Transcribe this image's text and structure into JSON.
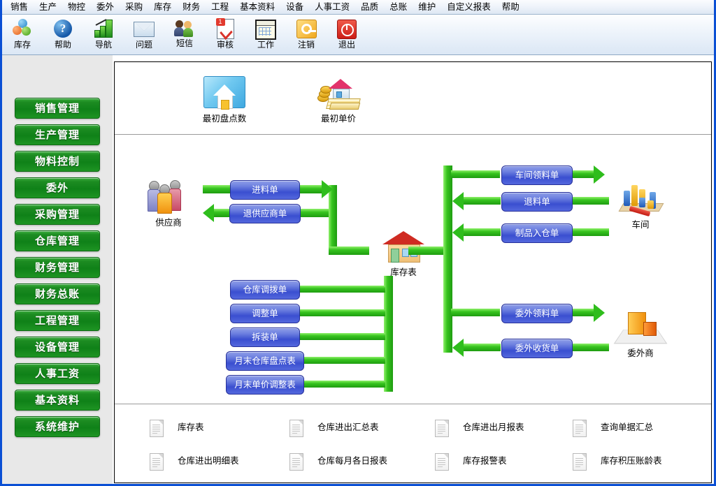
{
  "menu": {
    "items": [
      "销售",
      "生产",
      "物控",
      "委外",
      "采购",
      "库存",
      "财务",
      "工程",
      "基本资料",
      "设备",
      "人事工资",
      "品质",
      "总账",
      "维护",
      "自定义报表",
      "帮助"
    ]
  },
  "toolbar": {
    "buttons": [
      {
        "label": "库存",
        "icon": "cubes-icon"
      },
      {
        "label": "帮助",
        "icon": "help-question-icon"
      },
      {
        "label": "导航",
        "icon": "navigation-chart-icon"
      },
      {
        "label": "问题",
        "icon": "mail-envelope-icon"
      },
      {
        "label": "短信",
        "icon": "users-message-icon"
      },
      {
        "label": "审核",
        "icon": "document-check-icon"
      },
      {
        "label": "工作",
        "icon": "calendar-icon"
      },
      {
        "label": "注销",
        "icon": "key-logout-icon"
      },
      {
        "label": "退出",
        "icon": "power-exit-icon"
      }
    ]
  },
  "sidebar": {
    "items": [
      {
        "label": "销售管理"
      },
      {
        "label": "生产管理"
      },
      {
        "label": "物料控制"
      },
      {
        "label": "委外"
      },
      {
        "label": "采购管理"
      },
      {
        "label": "仓库管理"
      },
      {
        "label": "财务管理"
      },
      {
        "label": "财务总账"
      },
      {
        "label": "工程管理"
      },
      {
        "label": "设备管理"
      },
      {
        "label": "人事工资"
      },
      {
        "label": "基本资料"
      },
      {
        "label": "系统维护"
      }
    ]
  },
  "diagram": {
    "top_nodes": [
      {
        "caption": "最初盘点数",
        "icon": "folder-house-icon"
      },
      {
        "caption": "最初单价",
        "icon": "money-house-icon"
      }
    ],
    "entities": [
      {
        "caption": "供应商",
        "icon": "suppliers-people-icon"
      },
      {
        "caption": "库存表",
        "icon": "warehouse-house-icon"
      },
      {
        "caption": "车间",
        "icon": "workshop-chart-icon"
      },
      {
        "caption": "委外商",
        "icon": "outsourcing-factory-icon"
      }
    ],
    "flow_buttons": {
      "supplier_in": "进料单",
      "supplier_out": "退供应商单",
      "workshop_issue": "车间领料单",
      "workshop_return": "退料单",
      "workshop_finished": "制品入仓单",
      "outsource_issue": "委外领料单",
      "outsource_receive": "委外收货单",
      "transfer": "仓库调拨单",
      "adjust": "调整单",
      "disassemble": "拆装单",
      "month_stocktake": "月末仓库盘点表",
      "month_price_adjust": "月末单价调整表"
    }
  },
  "reports": [
    {
      "label": "库存表"
    },
    {
      "label": "仓库进出汇总表"
    },
    {
      "label": "仓库进出月报表"
    },
    {
      "label": "查询单据汇总"
    },
    {
      "label": "仓库进出明细表"
    },
    {
      "label": "仓库每月各日报表"
    },
    {
      "label": "库存报警表"
    },
    {
      "label": "库存积压账龄表"
    }
  ],
  "colors": {
    "sidebar_button": "#0f8118",
    "flow_button": "#3a4fd0",
    "pipe": "#37c41f",
    "window_frame": "#0a4fd4"
  }
}
